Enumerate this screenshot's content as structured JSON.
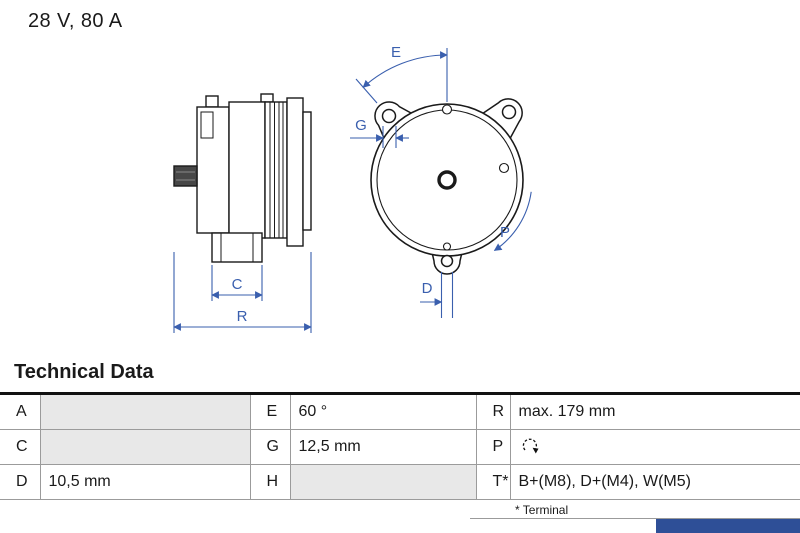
{
  "product": {
    "rating": "28 V, 80 A"
  },
  "drawing": {
    "labels": {
      "E": "E",
      "G": "G",
      "P": "P",
      "D": "D",
      "C": "C",
      "R": "R"
    },
    "dimension_color": "#3a5fae",
    "line_color": "#1a1a1a"
  },
  "table": {
    "title": "Technical Data",
    "rows": [
      {
        "l0": "A",
        "v0": "",
        "l1": "E",
        "v1": "60 °",
        "l2": "R",
        "v2": "max. 179 mm"
      },
      {
        "l0": "C",
        "v0": "",
        "l1": "G",
        "v1": "12,5 mm",
        "l2": "P",
        "v2": ""
      },
      {
        "l0": "D",
        "v0": "10,5 mm",
        "l1": "H",
        "v1": "",
        "l2": "T*",
        "v2": "B+(M8), D+(M4), W(M5)"
      }
    ],
    "footnote": "* Terminal"
  },
  "brand": {
    "bar_color": "#2e4f97"
  }
}
